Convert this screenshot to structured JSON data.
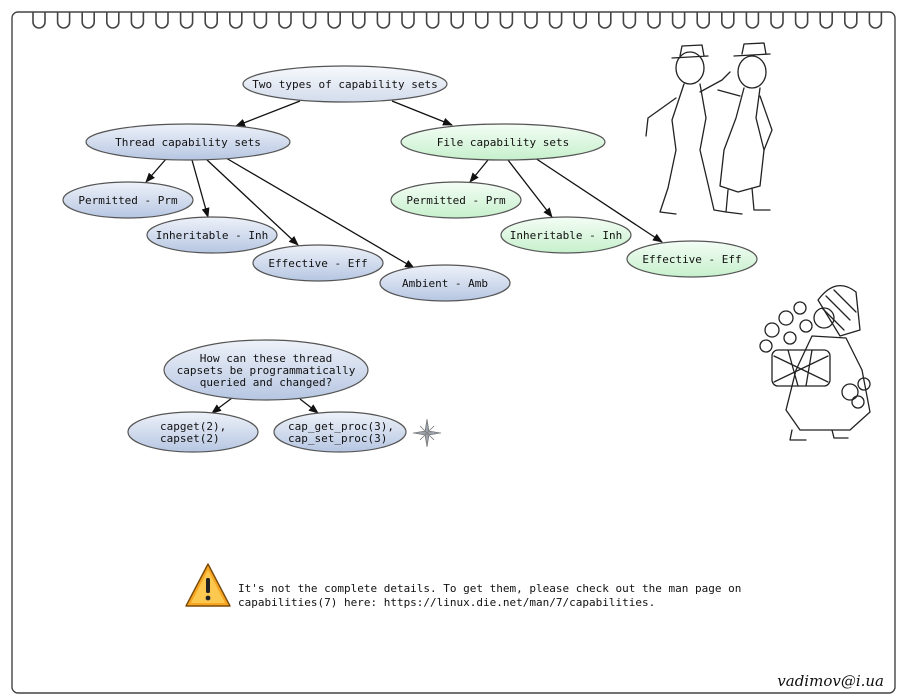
{
  "diagram": {
    "root": "Two types of capability sets",
    "thread": {
      "title": "Thread capability sets",
      "children": [
        "Permitted - Prm",
        "Inheritable - Inh",
        "Effective - Eff",
        "Ambient - Amb"
      ]
    },
    "file": {
      "title": "File capability sets",
      "children": [
        "Permitted - Prm",
        "Inheritable - Inh",
        "Effective - Eff"
      ]
    },
    "question": {
      "lines": [
        "How can these thread",
        "capsets be programmatically",
        "queried and changed?"
      ],
      "answers": [
        [
          "capget(2),",
          "capset(2)"
        ],
        [
          "cap_get_proc(3),",
          "cap_set_proc(3)"
        ]
      ]
    }
  },
  "note": {
    "icon": "warning-icon",
    "text": "It's not the complete details. To get them, please check out the man page on\ncapabilities(7) here: https://linux.die.net/man/7/capabilities."
  },
  "author": "vadimov@i.ua",
  "colors": {
    "thread_fill": "#c5d3ea",
    "file_fill": "#d4f5d8",
    "root_fill": "#e2e8f3",
    "border": "#333333",
    "warning": "#f6a623"
  }
}
